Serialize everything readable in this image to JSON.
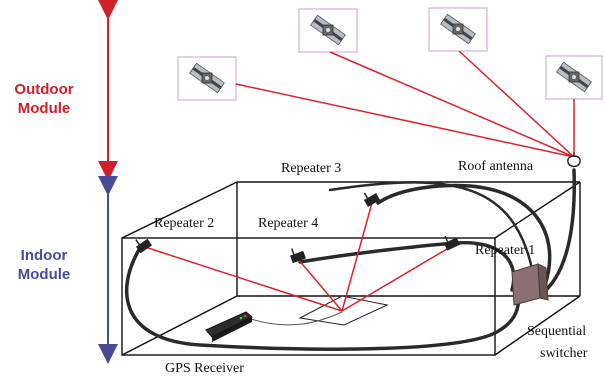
{
  "modules": {
    "outdoor": {
      "line1": "Outdoor",
      "line2": "Module",
      "color": "#d0202a"
    },
    "indoor": {
      "line1": "Indoor",
      "line2": "Module",
      "color": "#4a4a96"
    }
  },
  "labels": {
    "roof_antenna": "Roof antenna",
    "repeater_1": "Repeater 1",
    "repeater_2": "Repeater 2",
    "repeater_3": "Repeater 3",
    "repeater_4": "Repeater 4",
    "switcher_line1": "Sequential",
    "switcher_line2": "switcher",
    "gps_receiver": "GPS Receiver"
  },
  "colors": {
    "signal_line": "#e0202a",
    "cable": "#2a2a2a",
    "box_edge": "#111111",
    "satellite_frame": "#c7a3cc"
  },
  "icons": {
    "satellite": "satellite-icon",
    "antenna": "roof-antenna-icon",
    "repeater": "repeater-icon",
    "switcher": "sequential-switcher-icon",
    "gps_receiver": "gps-receiver-icon"
  }
}
